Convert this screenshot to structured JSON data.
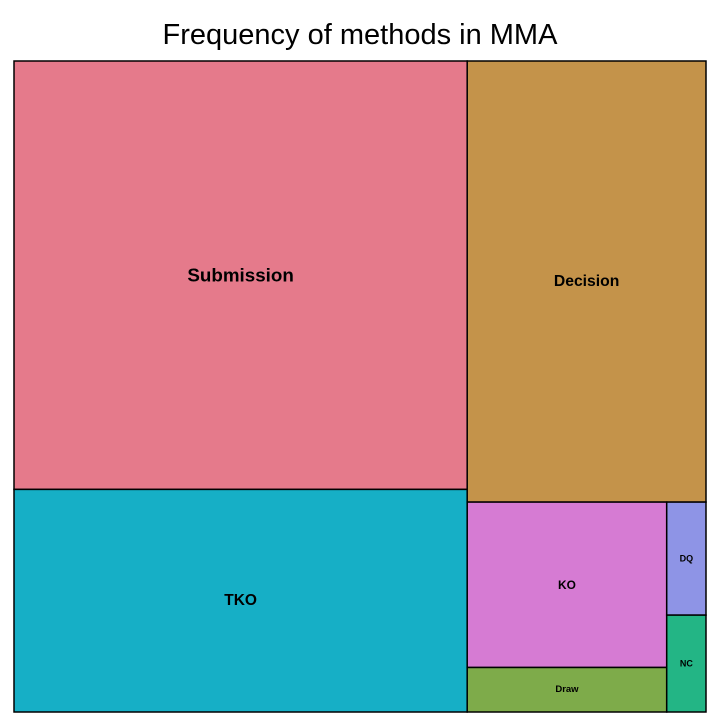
{
  "chart_data": {
    "type": "treemap",
    "title": "Frequency of methods in MMA",
    "items": [
      {
        "name": "Submission",
        "value": 306,
        "color": "#E57A8B"
      },
      {
        "name": "TKO",
        "value": 159,
        "color": "#16AFC6"
      },
      {
        "name": "Decision",
        "value": 166,
        "color": "#C4934A"
      },
      {
        "name": "KO",
        "value": 52,
        "color": "#D67BD3"
      },
      {
        "name": "Draw",
        "value": 14,
        "color": "#7EAB4A"
      },
      {
        "name": "DQ",
        "value": 7,
        "color": "#8E94E6"
      },
      {
        "name": "NC",
        "value": 6,
        "color": "#23B585"
      }
    ]
  }
}
